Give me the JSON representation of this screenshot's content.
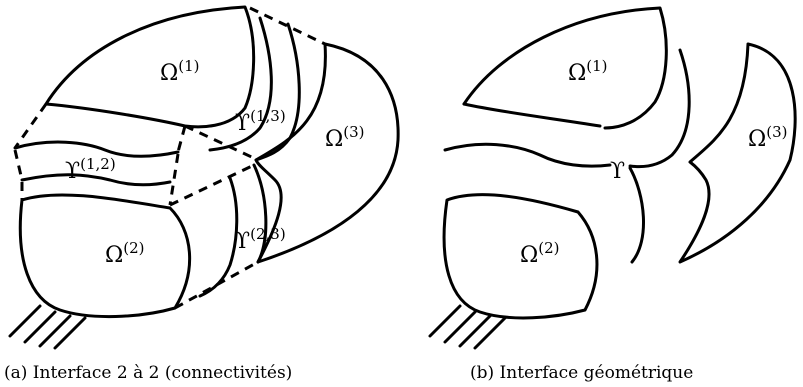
{
  "left_panel": {
    "omega1": {
      "sym": "Ω",
      "sup": "(1)"
    },
    "omega2": {
      "sym": "Ω",
      "sup": "(2)"
    },
    "omega3": {
      "sym": "Ω",
      "sup": "(3)"
    },
    "upsilon12": {
      "sym": "ϒ",
      "sup": "(1,2)"
    },
    "upsilon13": {
      "sym": "ϒ",
      "sup": "(1,3)"
    },
    "upsilon23": {
      "sym": "ϒ",
      "sup": "(2,3)"
    },
    "caption": "(a)  Interface 2 à 2 (connectivités)"
  },
  "right_panel": {
    "omega1": {
      "sym": "Ω",
      "sup": "(1)"
    },
    "omega2": {
      "sym": "Ω",
      "sup": "(2)"
    },
    "omega3": {
      "sym": "Ω",
      "sup": "(3)"
    },
    "upsilon": {
      "sym": "ϒ"
    },
    "caption": "(b)  Interface géométrique"
  }
}
